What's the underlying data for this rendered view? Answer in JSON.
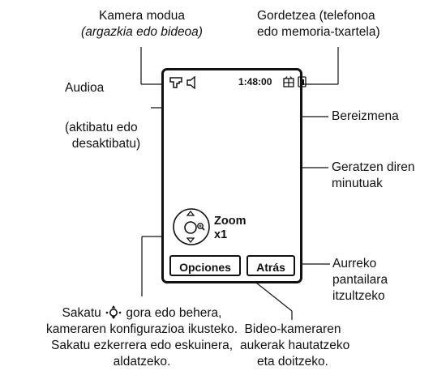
{
  "labels": {
    "camera_mode": [
      "Kamera modua",
      "(argazkia edo bideoa)"
    ],
    "storage": [
      "Gordetzea (telefonoa",
      "edo memoria-txartela)"
    ],
    "audio_title": "Audioa",
    "audio_desc": [
      "(aktibatu edo",
      "desaktibatu)"
    ],
    "resolution": "Bereizmena",
    "remaining": [
      "Geratzen diren",
      "minutuak"
    ],
    "back_desc": [
      "Aurreko",
      "pantailara",
      "itzultzeko"
    ],
    "nav_desc_line1_pre": "Sakatu",
    "nav_desc_line1_post": "gora edo behera,",
    "nav_desc_rest": [
      "kameraren konfigurazioa ikusteko.",
      "Sakatu ezkerrera edo eskuinera,",
      "aldatzeko."
    ],
    "options_desc": [
      "Bideo-kameraren",
      "aukerak hautatzeko",
      "eta doitzeko."
    ]
  },
  "screen": {
    "time": "1:48:00",
    "zoom_label": "Zoom",
    "zoom_value": "x1",
    "softkey_left": "Opciones",
    "softkey_right": "Atrás"
  },
  "icons": [
    "camera-mode-icon",
    "audio-icon",
    "resolution-icon",
    "storage-icon",
    "nav-key-icon"
  ]
}
